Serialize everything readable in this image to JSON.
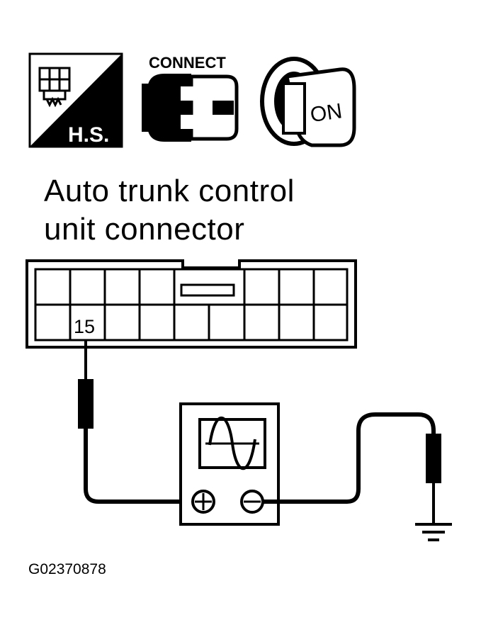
{
  "icons": {
    "harness_tester": {
      "name": "harness-sensor-icon",
      "label": "H.S."
    },
    "connect": {
      "name": "connect-icon",
      "label": "CONNECT"
    },
    "ignition": {
      "name": "ignition-key-icon",
      "label": "ON"
    }
  },
  "title": {
    "line1": "Auto trunk control",
    "line2": "unit connector"
  },
  "connector": {
    "terminal_label": "15"
  },
  "meter": {
    "name": "oscilloscope-icon"
  },
  "ground": {
    "name": "ground-icon"
  },
  "figure_code": "G02370878"
}
